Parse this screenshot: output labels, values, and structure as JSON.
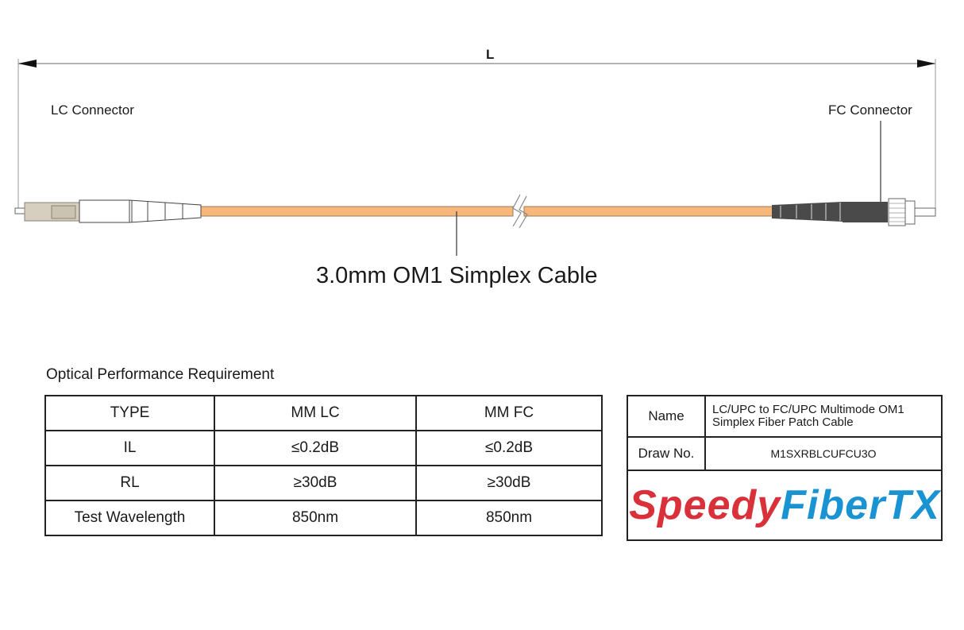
{
  "diagram": {
    "dimension_label": "L",
    "left_connector_label": "LC Connector",
    "right_connector_label": "FC Connector",
    "cable_label": "3.0mm OM1 Simplex Cable",
    "colors": {
      "cable": "#f8b77a",
      "cable_outline": "#9a7b5a",
      "lc_ferrule_housing": "#d6cfbf",
      "lc_boot": "#ffffff",
      "fc_boot": "#4a4a4a",
      "fc_nut": "#ffffff",
      "line": "#555555"
    },
    "icons": [
      "dimension-arrow-left-icon",
      "dimension-arrow-right-icon",
      "cable-break-icon",
      "lc-connector-icon",
      "fc-connector-icon"
    ]
  },
  "performance": {
    "title": "Optical Performance Requirement",
    "headers": [
      "TYPE",
      "MM LC",
      "MM FC"
    ],
    "rows": [
      [
        "IL",
        "≤0.2dB",
        "≤0.2dB"
      ],
      [
        "RL",
        "≥30dB",
        "≥30dB"
      ],
      [
        "Test Wavelength",
        "850nm",
        "850nm"
      ]
    ]
  },
  "title_block": {
    "name_label": "Name",
    "name_value_line1": "LC/UPC to FC/UPC Multimode OM1",
    "name_value_line2": "Simplex Fiber Patch Cable",
    "draw_label": "Draw No.",
    "draw_value": "M1SXRBLCUFCU3O",
    "logo_part1": "Speedy",
    "logo_part2": "FiberTX",
    "logo_colors": {
      "speedy": "#d9313a",
      "fibertx": "#1a93d3"
    }
  }
}
